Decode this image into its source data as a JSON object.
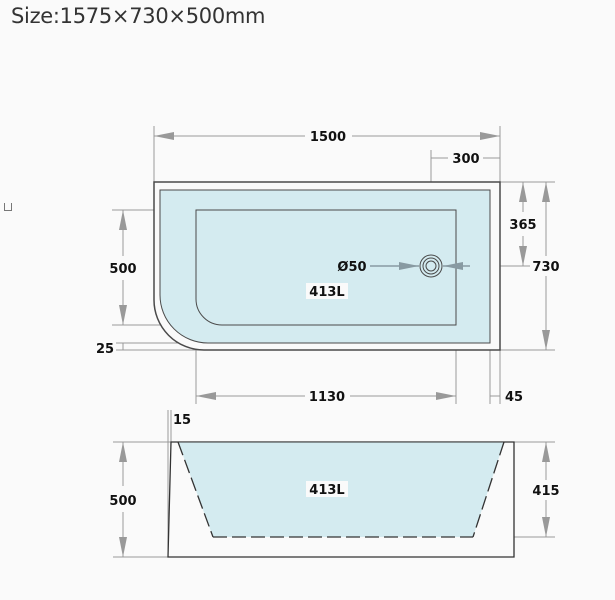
{
  "title": "Size:1575×730×500mm",
  "colors": {
    "background": "#fafafa",
    "water_fill": "#d4ebf0",
    "outline": "#4a4a4a",
    "dimension_line": "#999999",
    "arrow": "#999999",
    "text": "#111111"
  },
  "top_view": {
    "overall_length": "1500",
    "drain_offset": "300",
    "drain_to_top": "365",
    "overall_width": "730",
    "inner_depth": "500",
    "bottom_rim": "25",
    "inner_length": "1130",
    "right_rim": "45",
    "drain_diameter": "Ø50",
    "capacity": "413L",
    "drain_icon": "drain-icon"
  },
  "side_view": {
    "top_lip": "15",
    "overall_height": "500",
    "water_depth": "415",
    "capacity": "413L"
  }
}
